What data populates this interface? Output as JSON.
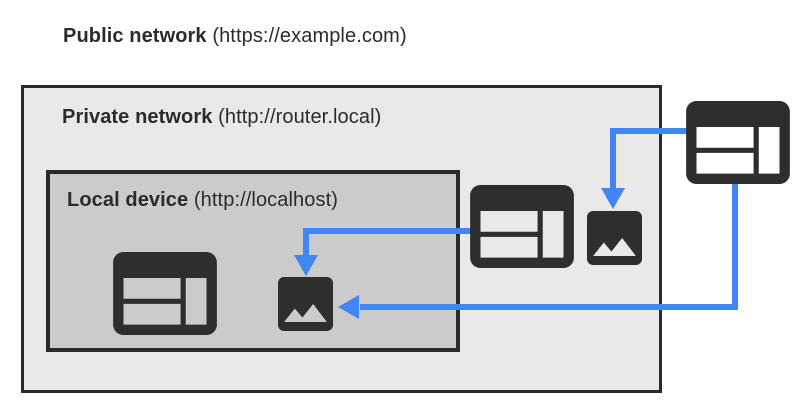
{
  "diagram": {
    "title": {
      "name": "Public network",
      "url": " (https://example.com)"
    },
    "private_network": {
      "name": "Private network",
      "url": " (http://router.local)"
    },
    "local_device": {
      "name": "Local device",
      "url": " (http://localhost)"
    }
  },
  "colors": {
    "arrow_blue": "#4285f4",
    "icon_dark": "#2e2e2e",
    "box_border": "#2a2a2a",
    "private_bg": "#e9e9e9",
    "local_bg": "#cbcbcb",
    "page_bg": "#ffffff",
    "text": "#2b2b2b"
  },
  "icons": {
    "public_browser": "browser-window-icon",
    "private_browser": "browser-window-icon",
    "local_browser": "browser-window-icon",
    "private_image": "image-icon",
    "local_image": "image-icon"
  },
  "arrows": [
    {
      "from": "public-browser-window",
      "to": "private-network-image",
      "color": "#4285f4"
    },
    {
      "from": "public-browser-window",
      "to": "local-device-image",
      "color": "#4285f4"
    },
    {
      "from": "private-browser-window",
      "to": "local-device-image",
      "color": "#4285f4"
    }
  ]
}
